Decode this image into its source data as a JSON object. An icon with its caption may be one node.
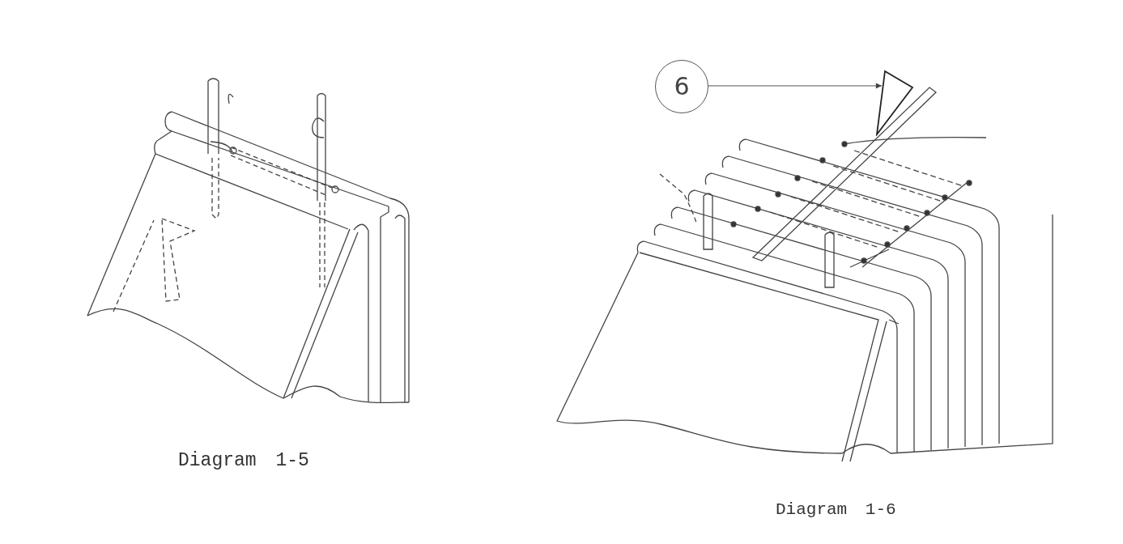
{
  "diagram": {
    "nodes": [
      {
        "text": [
          "6"
        ]
      },
      {
        "text": [],
        "shape": "triangle"
      }
    ],
    "edges": [
      {
        "from": 0,
        "to": 1,
        "arrow": "to"
      }
    ],
    "labels": [
      "Diagram 1-5",
      "Diagram 1-6"
    ]
  }
}
